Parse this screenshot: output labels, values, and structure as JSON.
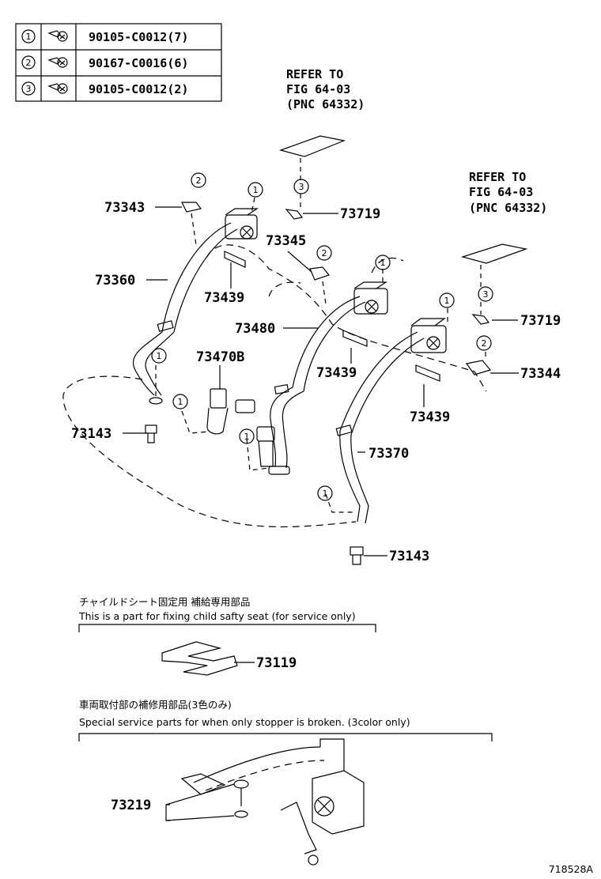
{
  "table": {
    "rows": [
      {
        "mark": "1",
        "part": "90105-C0012(7)"
      },
      {
        "mark": "2",
        "part": "90167-C0016(6)"
      },
      {
        "mark": "3",
        "part": "90105-C0012(2)"
      }
    ]
  },
  "refer_left": {
    "line1": "REFER TO",
    "line2": "FIG 64-03",
    "line3": "(PNC 64332)"
  },
  "refer_right": {
    "line1": "REFER TO",
    "line2": "FIG 64-03",
    "line3": "(PNC 64332)"
  },
  "callouts": {
    "p73343": "73343",
    "p73360": "73360",
    "p73439a": "73439",
    "p73345": "73345",
    "p73719a": "73719",
    "p73480": "73480",
    "p73470b": "73470B",
    "p73439b": "73439",
    "p73143a": "73143",
    "p73719b": "73719",
    "p73344": "73344",
    "p73439c": "73439",
    "p73370": "73370",
    "p73143b": "73143",
    "p73119": "73119",
    "p73219": "73219"
  },
  "markers": {
    "one": "1",
    "two": "2",
    "three": "3"
  },
  "section_child": {
    "jp": "チャイルドシート固定用  補給専用部品",
    "en": "This is a part for fixing child safty seat (for service only)"
  },
  "section_stopper": {
    "jp": "車両取付部の補修用部品(3色のみ)",
    "en": "Special service parts for when only stopper is broken. (3color only)"
  },
  "figure_id": "718528A"
}
